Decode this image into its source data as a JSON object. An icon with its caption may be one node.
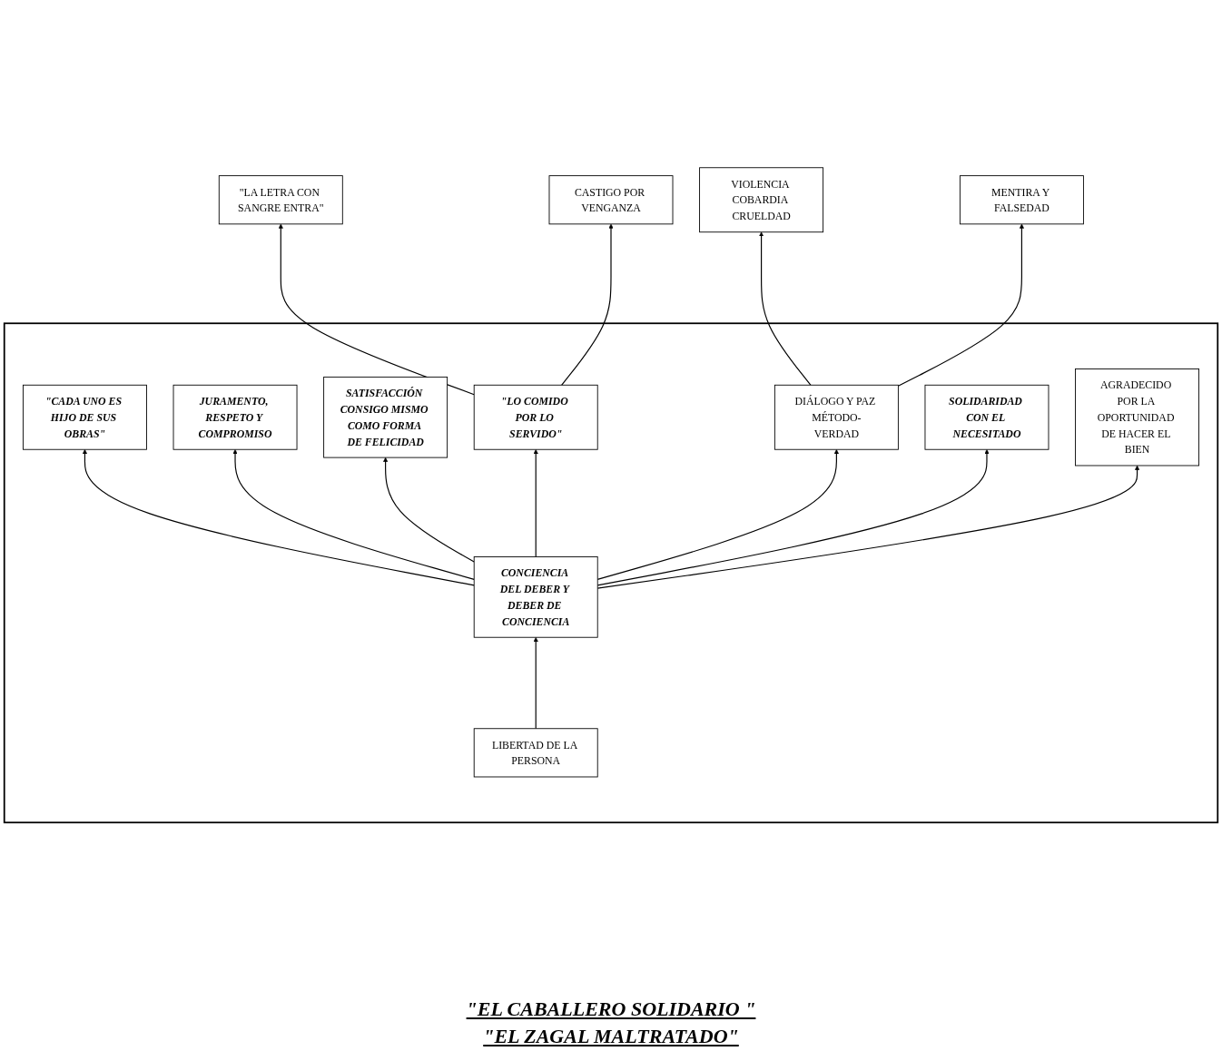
{
  "diagram": {
    "nodes": [
      {
        "text": [],
        "shape": "tree"
      },
      {
        "text": [
          "SATISFACCIÓN CONSIGO MISMO COMO FORMA DE FELICIDAD"
        ],
        "in": 0
      },
      {
        "text": [
          "\"CADA UNO ES HIJO DE SUS OBRAS\""
        ],
        "in": 0
      },
      {
        "text": [
          "AGRADECIDO POR LA OPORTUNIDAD DE HACER EL BIEN"
        ],
        "in": 0
      },
      {
        "text": [
          "JURAMENTO, RESPETO Y COMPROMISO"
        ],
        "in": 0
      },
      {
        "text": [
          "CONCIENCIA DEL DEBER Y DEBER DE CONCIENCIA"
        ],
        "in": 0
      },
      {
        "text": [
          "SOLIDARIDAD CON EL NECESITADO"
        ],
        "in": 0
      },
      {
        "text": [
          "\"LO COMIDO POR LO SERVIDO\""
        ],
        "in": 0
      },
      {
        "text": [
          "DIÁLOGO Y PAZ MÉTODO-VERDAD"
        ],
        "in": 0
      },
      {
        "text": [
          "LIBERTAD DE LA PERSONA"
        ],
        "in": 0
      },
      {
        "text": [
          "\"LA LETRA CON SANGRE ENTRA\""
        ]
      },
      {
        "text": [
          "CASTIGO POR VENGANZA"
        ]
      },
      {
        "text": [
          "VIOLENCIA COBARDIA CRUELDAD"
        ]
      },
      {
        "text": [
          "MENTIRA Y FALSEDAD"
        ]
      }
    ],
    "edges": [
      {
        "from": 9,
        "to": 5,
        "arrow": "to"
      },
      {
        "from": 5,
        "to": 1,
        "arrow": "to"
      },
      {
        "from": 5,
        "to": 2,
        "arrow": "to"
      },
      {
        "from": 5,
        "to": 3,
        "arrow": "to"
      },
      {
        "from": 5,
        "to": 4,
        "arrow": "to"
      },
      {
        "from": 5,
        "to": 6,
        "arrow": "to"
      },
      {
        "from": 5,
        "to": 7,
        "arrow": "to"
      },
      {
        "from": 5,
        "to": 8,
        "arrow": "to"
      },
      {
        "from": 7,
        "to": 10,
        "arrow": "to"
      },
      {
        "from": 7,
        "to": 11,
        "arrow": "to"
      },
      {
        "from": 8,
        "to": 12,
        "arrow": "to"
      },
      {
        "from": 8,
        "to": 13,
        "arrow": "to"
      }
    ],
    "labels": [
      "\"EL CABALLERO SOLIDARIO \"",
      "\"EL ZAGAL MALTRATADO\""
    ]
  }
}
